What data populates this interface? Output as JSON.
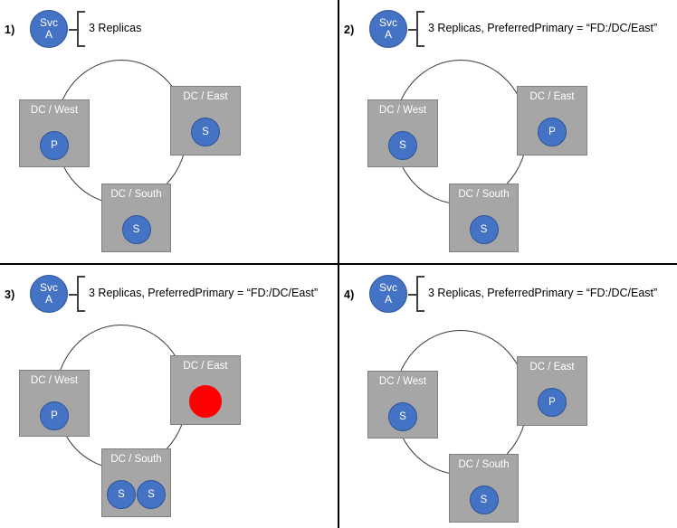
{
  "colors": {
    "replica_blue": "#4472C4",
    "replica_down_red": "#FF0000",
    "datacenter_gray": "#A6A6A6",
    "background": "#FFFFFF",
    "divider": "#000000"
  },
  "panels": [
    {
      "index_label": "1)",
      "service": {
        "line1": "Svc",
        "line2": "A"
      },
      "config_text": "3 Replicas",
      "datacenters": [
        {
          "id": "west",
          "label": "DC / West",
          "replicas": [
            {
              "role": "P",
              "state": "up"
            }
          ]
        },
        {
          "id": "east",
          "label": "DC / East",
          "replicas": [
            {
              "role": "S",
              "state": "up"
            }
          ]
        },
        {
          "id": "south",
          "label": "DC / South",
          "replicas": [
            {
              "role": "S",
              "state": "up"
            }
          ]
        }
      ]
    },
    {
      "index_label": "2)",
      "service": {
        "line1": "Svc",
        "line2": "A"
      },
      "config_text": "3 Replicas, PreferredPrimary = “FD:/DC/East”",
      "datacenters": [
        {
          "id": "west",
          "label": "DC / West",
          "replicas": [
            {
              "role": "S",
              "state": "up"
            }
          ]
        },
        {
          "id": "east",
          "label": "DC / East",
          "replicas": [
            {
              "role": "P",
              "state": "up"
            }
          ]
        },
        {
          "id": "south",
          "label": "DC / South",
          "replicas": [
            {
              "role": "S",
              "state": "up"
            }
          ]
        }
      ]
    },
    {
      "index_label": "3)",
      "service": {
        "line1": "Svc",
        "line2": "A"
      },
      "config_text": "3 Replicas, PreferredPrimary = “FD:/DC/East”",
      "datacenters": [
        {
          "id": "west",
          "label": "DC / West",
          "replicas": [
            {
              "role": "P",
              "state": "up"
            }
          ]
        },
        {
          "id": "east",
          "label": "DC / East",
          "replicas": [
            {
              "role": "",
              "state": "down"
            }
          ]
        },
        {
          "id": "south",
          "label": "DC / South",
          "replicas": [
            {
              "role": "S",
              "state": "up"
            },
            {
              "role": "S",
              "state": "up"
            }
          ]
        }
      ]
    },
    {
      "index_label": "4)",
      "service": {
        "line1": "Svc",
        "line2": "A"
      },
      "config_text": "3 Replicas, PreferredPrimary = “FD:/DC/East”",
      "datacenters": [
        {
          "id": "west",
          "label": "DC / West",
          "replicas": [
            {
              "role": "S",
              "state": "up"
            }
          ]
        },
        {
          "id": "east",
          "label": "DC / East",
          "replicas": [
            {
              "role": "P",
              "state": "up"
            }
          ]
        },
        {
          "id": "south",
          "label": "DC / South",
          "replicas": [
            {
              "role": "S",
              "state": "up"
            }
          ]
        }
      ]
    }
  ]
}
